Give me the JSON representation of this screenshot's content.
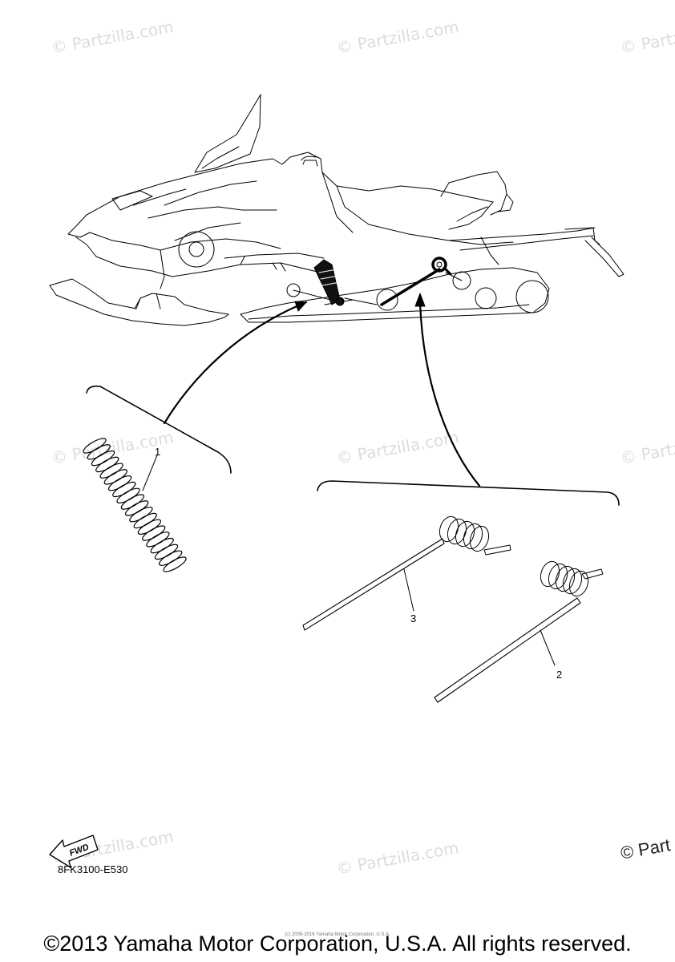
{
  "watermarks": [
    {
      "text": "© Partzilla.com"
    },
    {
      "text": "© Partzilla.com"
    },
    {
      "text": "© Partzilla.com"
    },
    {
      "text": "© Partzilla.com"
    },
    {
      "text": "© Partzilla.com"
    },
    {
      "text": "© Partzilla.com"
    },
    {
      "text": "© Partzilla.com"
    },
    {
      "text": "© Partzilla.com"
    }
  ],
  "corner_watermark": "© Part",
  "callouts": {
    "part1": "1",
    "part2": "2",
    "part3": "3"
  },
  "fwd_label": "FWD",
  "diagram_code": "8FK3100-E530",
  "small_credit": "(c) 2005-2016 Yamaha Motor Corporation, U.S.A.",
  "footer": "©2013 Yamaha Motor Corporation, U.S.A. All rights reserved.",
  "colors": {
    "line": "#000000",
    "watermark": "#dcdcdc"
  }
}
